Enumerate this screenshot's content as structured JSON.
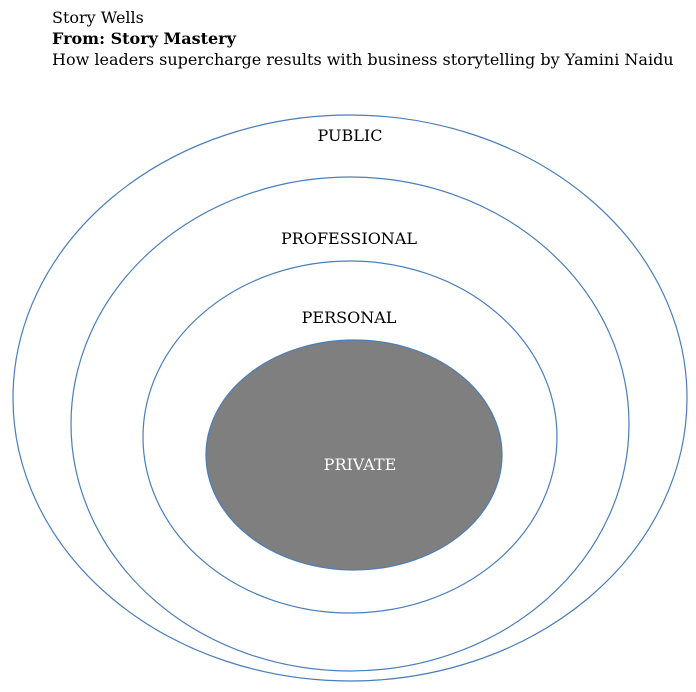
{
  "header": {
    "title": "Story Wells",
    "source": "From: Story Mastery",
    "subtitle": "How leaders supercharge results with business storytelling by Yamini Naidu"
  },
  "rings": [
    {
      "label": "PUBLIC"
    },
    {
      "label": "PROFESSIONAL"
    },
    {
      "label": "PERSONAL"
    },
    {
      "label": "PRIVATE"
    }
  ],
  "colors": {
    "outline": "#4a7ebb",
    "core_fill": "#7f7f7f",
    "core_text": "#ffffff",
    "ring_text": "#000000"
  }
}
